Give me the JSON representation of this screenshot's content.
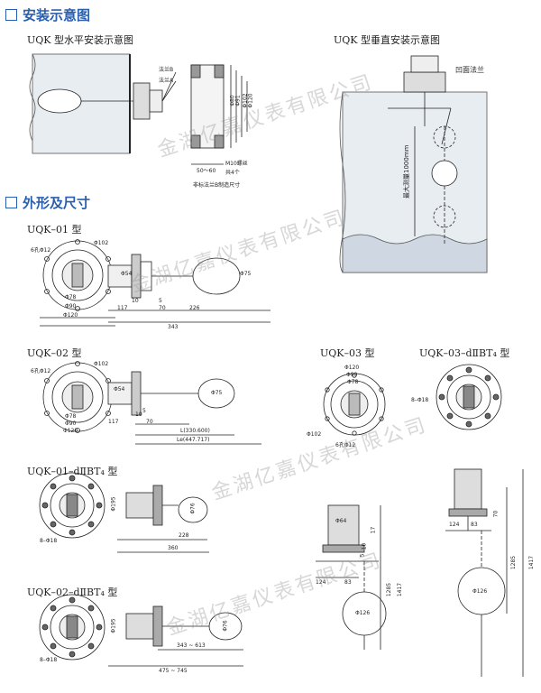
{
  "sections": {
    "install": "安装示意图",
    "dims": "外形及尺寸"
  },
  "install": {
    "horizontal_title": "UQK 型水平安装示意图",
    "vertical_title": "UQK 型垂直安装示意图",
    "flange_b": "法兰B",
    "flange_a": "法兰A",
    "d80": "Φ80",
    "d91": "Φ91",
    "d102": "Φ102",
    "d120": "Φ120",
    "range_50_60": "50～60",
    "screw": "M10螺丝",
    "screw_n": "共4个",
    "note": "非标法兰B制造尺寸",
    "concave_flange": "凹面法兰",
    "max_range": "最大测量1000mm"
  },
  "models": {
    "uqk01": "UQK–01 型",
    "uqk02": "UQK–02 型",
    "uqk03": "UQK–03 型",
    "uqk03d": "UQK–03–dⅡBT₄ 型",
    "uqk01d": "UQK–01–dⅡBT₄ 型",
    "uqk02d": "UQK–02–dⅡBT₄ 型"
  },
  "dims": {
    "holes6": "6孔Φ12",
    "holes6b": "6孔Φ12",
    "holes8": "8–Φ18",
    "d102": "Φ102",
    "d78": "Φ78",
    "d90": "Φ90",
    "d120": "Φ120",
    "d54": "Φ54",
    "d75": "Φ75",
    "d195": "Φ195",
    "d76": "Φ76",
    "d64": "Φ64",
    "d126": "Φ126",
    "n10": "10",
    "n5": "5",
    "n117": "117",
    "n70": "70",
    "n226": "226",
    "n343": "343",
    "l_range": "L(330.600)",
    "le_range": "Le(447.717)",
    "n228": "228",
    "n360": "360",
    "r343_613": "343 ~ 613",
    "r475_745": "475 ~ 745",
    "n124": "124",
    "n83": "83",
    "n1285": "1285",
    "n1417": "1417",
    "n17": "17"
  },
  "watermark": "金湖亿嘉仪表有限公司"
}
